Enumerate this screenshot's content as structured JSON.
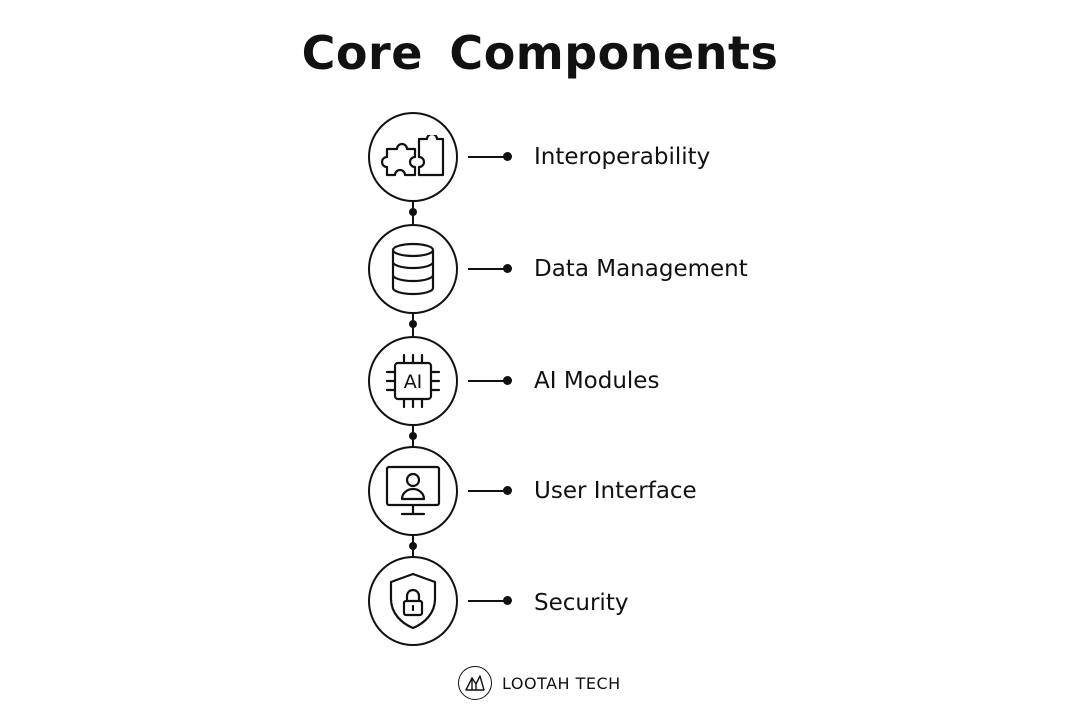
{
  "title": "Core Components",
  "components": [
    {
      "label": "Interoperability",
      "icon": "puzzle-icon"
    },
    {
      "label": "Data Management",
      "icon": "database-icon"
    },
    {
      "label": "AI Modules",
      "icon": "ai-chip-icon",
      "icon_text": "AI"
    },
    {
      "label": "User Interface",
      "icon": "monitor-user-icon"
    },
    {
      "label": "Security",
      "icon": "shield-lock-icon"
    }
  ],
  "brand": {
    "name": "LOOTAH TECH",
    "logo": "lootah-logo"
  },
  "colors": {
    "foreground": "#111111",
    "background": "#ffffff"
  }
}
